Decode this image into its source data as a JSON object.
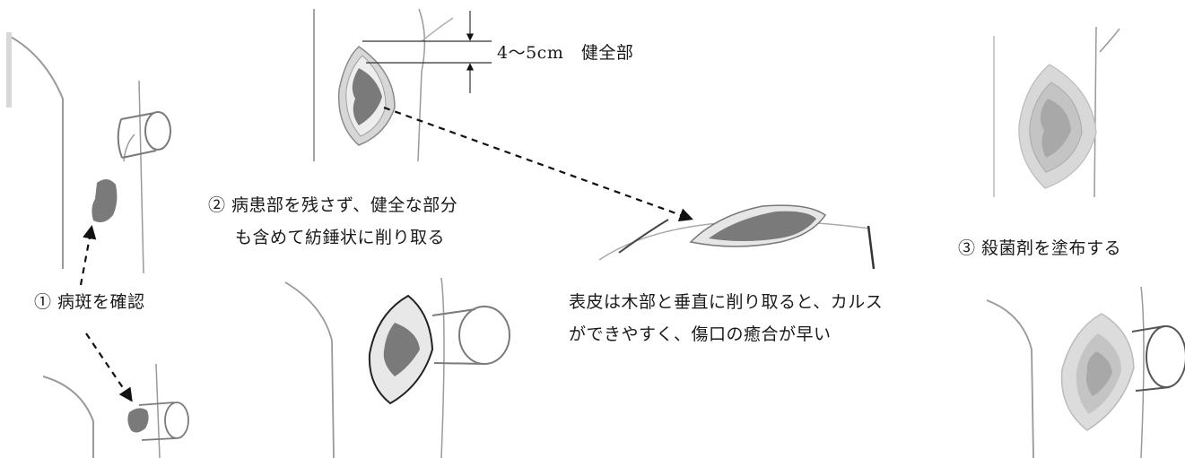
{
  "labels": {
    "step1": "① 病斑を確認",
    "step2_line1": "② 病患部を残さず、健全な部分",
    "step2_line2": "も含めて紡錘状に削り取る",
    "margin": "4～5cm　健全部",
    "cut_note_line1": "表皮は木部と垂直に削り取ると、カルス",
    "cut_note_line2": "ができやすく、傷口の癒合が早い",
    "step3": "③ 殺菌剤を塗布する"
  },
  "colors": {
    "lesion": "#7a7a7a",
    "wound": "#b5b5b5",
    "fungicide": "#d4d4d4",
    "trunk_line": "#8a8a8a",
    "arrow": "#111111"
  }
}
